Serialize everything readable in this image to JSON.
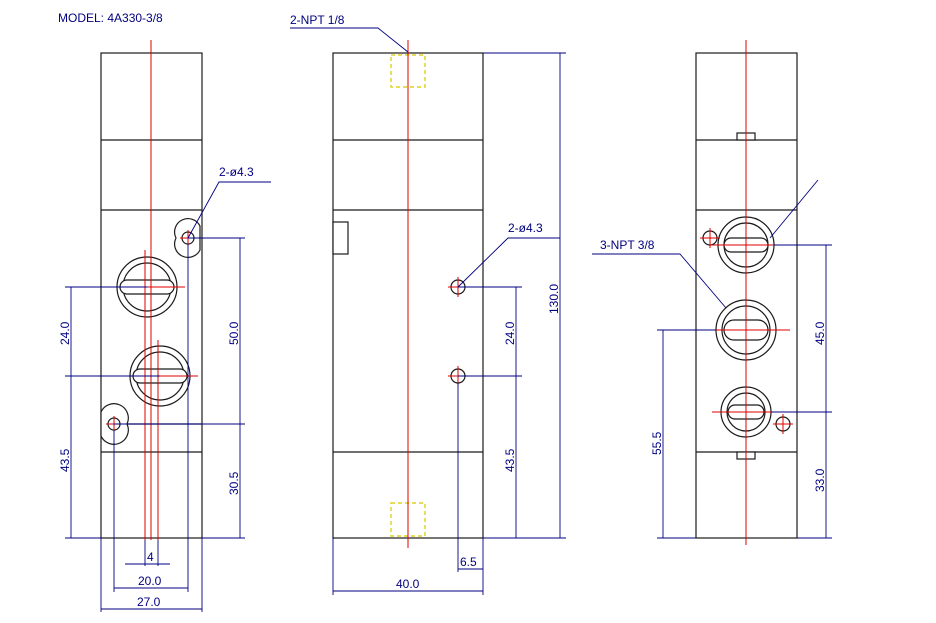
{
  "title": "MODEL: 4A330-3/8",
  "labels": {
    "npt_small": "2-NPT 1/8",
    "hole_left": "2-ø4.3",
    "hole_mid": "2-ø4.3",
    "npt_large": "3-NPT 3/8"
  },
  "dimensions": {
    "left_24": "24.0",
    "left_43_5": "43.5",
    "left_50": "50.0",
    "left_30_5": "30.5",
    "left_4": "4",
    "left_20": "20.0",
    "left_27": "27.0",
    "mid_24": "24.0",
    "mid_43_5": "43.5",
    "mid_130": "130.0",
    "mid_6_5": "6.5",
    "mid_40": "40.0",
    "right_55_5": "55.5",
    "right_45": "45.0",
    "right_33": "33.0"
  },
  "colors": {
    "outline": "#1a1a1a",
    "centerline": "#e00000",
    "dimension": "#000080",
    "port_hidden": "#e0d020"
  }
}
